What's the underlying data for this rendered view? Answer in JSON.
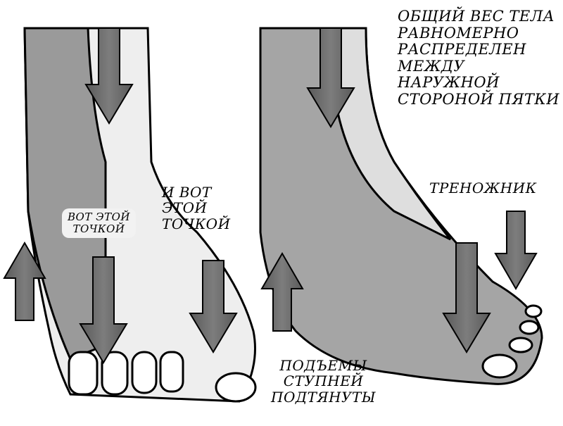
{
  "labels": {
    "weight": [
      "ОБЩИЙ ВЕС ТЕЛА",
      "РАВНОМЕРНО",
      "РАСПРЕДЕЛЕН",
      "МЕЖДУ НАРУЖНОЙ",
      "СТОРОНОЙ ПЯТКИ"
    ],
    "tripod": "ТРЕНОЖНИК",
    "and_this_point": [
      "И ВОТ",
      "ЭТОЙ",
      "ТОЧКОЙ"
    ],
    "this_point": [
      "ВОТ ЭТОЙ",
      "ТОЧКОЙ"
    ],
    "arches": [
      "ПОДЪЕМЫ",
      "СТУПНЕЙ",
      "ПОДТЯНУТЫ"
    ]
  },
  "colors": {
    "leg": "#9a9a9a",
    "light": "#ececec",
    "arrow_dark": "#555555",
    "arrow_mid": "#8a8a8a"
  }
}
